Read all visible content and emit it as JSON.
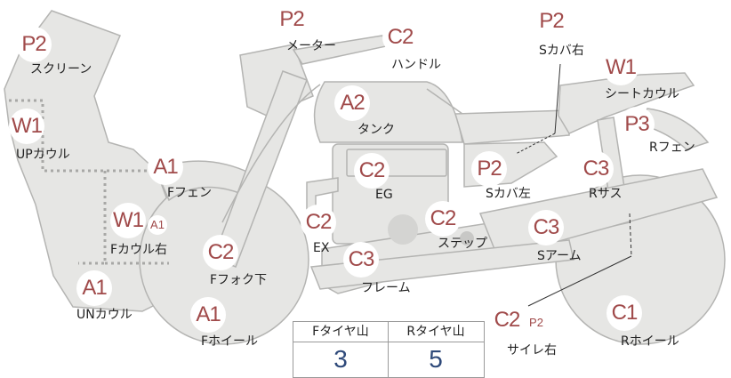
{
  "parts": [
    {
      "id": "screen",
      "label": "スクリーン",
      "grade": "P2"
    },
    {
      "id": "upcowl",
      "label": "UPカウル",
      "grade": "W1"
    },
    {
      "id": "ffender",
      "label": "Fフェン",
      "grade": "A1"
    },
    {
      "id": "fcowl-r",
      "label": "Fカウル右",
      "grade": "W1",
      "sub_grade": "A1"
    },
    {
      "id": "fork",
      "label": "Fフォク下",
      "grade": "C2"
    },
    {
      "id": "uncowl",
      "label": "UNカウル",
      "grade": "A1"
    },
    {
      "id": "fwheel",
      "label": "Fホイール",
      "grade": "A1"
    },
    {
      "id": "meter",
      "label": "メーター",
      "grade": "P2"
    },
    {
      "id": "handle",
      "label": "ハンドル",
      "grade": "C2"
    },
    {
      "id": "tank",
      "label": "タンク",
      "grade": "A2"
    },
    {
      "id": "eg",
      "label": "EG",
      "grade": "C2"
    },
    {
      "id": "ex",
      "label": "EX",
      "grade": "C2"
    },
    {
      "id": "frame",
      "label": "フレーム",
      "grade": "C3"
    },
    {
      "id": "step",
      "label": "ステップ",
      "grade": "C2"
    },
    {
      "id": "scover-l",
      "label": "Sカバ左",
      "grade": "P2"
    },
    {
      "id": "scover-r",
      "label": "Sカバ右",
      "grade": "P2"
    },
    {
      "id": "seatcowl",
      "label": "シートカウル",
      "grade": "W1"
    },
    {
      "id": "rfender",
      "label": "Rフェン",
      "grade": "P3"
    },
    {
      "id": "rsus",
      "label": "Rサス",
      "grade": "C3"
    },
    {
      "id": "swingarm",
      "label": "Sアーム",
      "grade": "C3"
    },
    {
      "id": "silencer-r",
      "label": "サイレ右",
      "grade": "C2",
      "sub_grade": "P2"
    },
    {
      "id": "rwheel",
      "label": "Rホイール",
      "grade": "C1"
    }
  ],
  "tread": {
    "front_label": "Fタイヤ山",
    "rear_label": "Rタイヤ山",
    "front_value": "3",
    "rear_value": "5"
  },
  "colors": {
    "body_fill": "#e6e6e4",
    "body_stroke": "#b4b4b2",
    "grade_text": "#a04a4a",
    "tread_value": "#2f4a7a"
  }
}
